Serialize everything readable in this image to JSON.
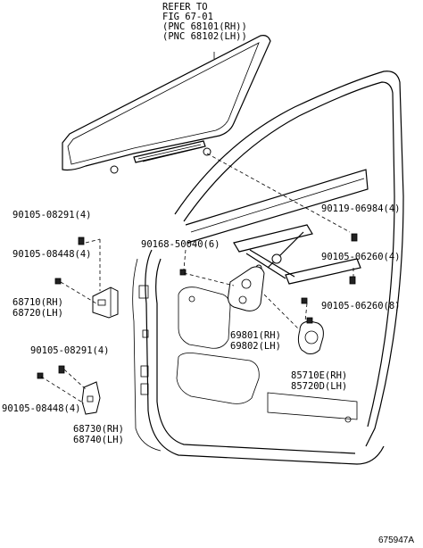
{
  "reference_note": {
    "line1": "REFER TO",
    "line2": "FIG 67-01",
    "line3": "(PNC 68101(RH))",
    "line4": "(PNC 68102(LH))"
  },
  "callouts": {
    "c90119": "90119-06984(4)",
    "c90105_08291_top": "90105-08291(4)",
    "c90168": "90168-50040(6)",
    "c90105_08448_top": "90105-08448(4)",
    "c90105_06260_a": "90105-06260(4)",
    "c68710": "68710(RH)",
    "c68720": "68720(LH)",
    "c90105_06260_b": "90105-06260(8)",
    "c69801": "69801(RH)",
    "c69802": "69802(LH)",
    "c90105_08291_bot": "90105-08291(4)",
    "c85710": "85710E(RH)",
    "c85720": "85720D(LH)",
    "c90105_08448_bot": "90105-08448(4)",
    "c68730": "68730(RH)",
    "c68740": "68740(LH)"
  },
  "figure_id": "675947A"
}
